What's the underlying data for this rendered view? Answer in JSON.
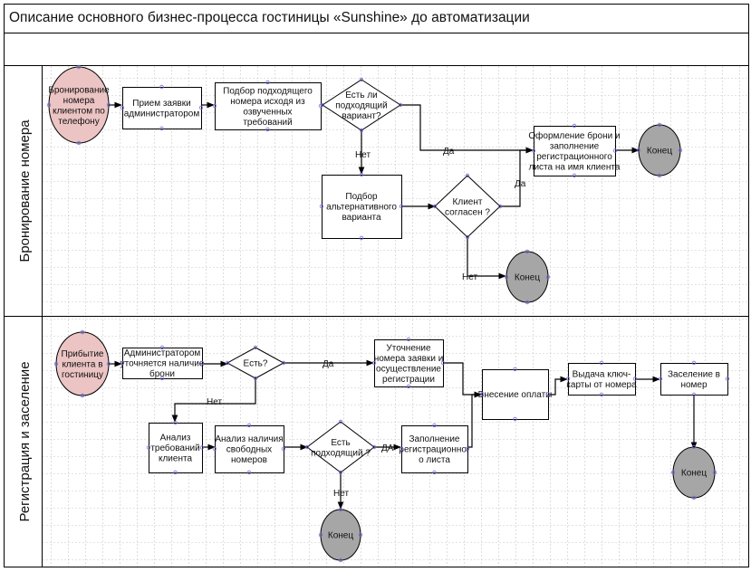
{
  "title": "Описание основного бизнес-процесса гостиницы «Sunshine» до автоматизации",
  "lanes": [
    {
      "label": "Бронирование номера"
    },
    {
      "label": "Регистрация и заселение"
    }
  ],
  "colors": {
    "start_fill": "#ecc4c4",
    "end_fill": "#a6a6a6",
    "grid": "#c8c8c8",
    "line": "#000000",
    "connection_point": "#6f6fd9"
  },
  "nodes": {
    "booking_start": [
      "Бронирование",
      "номера",
      "клиентом по",
      "телефону"
    ],
    "receive_request": [
      "Прием заявки",
      "администратором"
    ],
    "select_room": [
      "Подбор подходящего",
      "номера исходя из",
      "озвученных",
      "требований"
    ],
    "suitable_decision": [
      "Есть ли",
      "подходящий",
      "вариант?"
    ],
    "alt_option": [
      "Подбор",
      "альтернативного",
      "варианта"
    ],
    "client_agrees": [
      "Клиент",
      "согласен ?"
    ],
    "fill_booking": [
      "Оформление брони и",
      "заполнение",
      "регистрационного",
      "листа на имя клиента"
    ],
    "end_1": [
      "Конец"
    ],
    "end_2": [
      "Конец"
    ],
    "arrival_start": [
      "Прибытие",
      "клиента в",
      "гостиницу"
    ],
    "admin_check": [
      "Администратором",
      "уточняется наличие",
      "брони"
    ],
    "exists_decision": [
      "Есть?"
    ],
    "clarify_room": [
      "Уточнение",
      "номера заявки и",
      "осуществление",
      "регистрации"
    ],
    "analyze_req": [
      "Анализ",
      "требований",
      "клиента"
    ],
    "analyze_free": [
      "Анализ наличия",
      "свободных",
      "номеров"
    ],
    "suitable2_decision": [
      "Есть",
      "подходящий ?"
    ],
    "fill_reg": [
      "Заполнение",
      "регистрационног",
      "о листа"
    ],
    "payment": [
      "Внесение оплаты"
    ],
    "key_card": [
      "Выдача ключ-",
      "карты от номера"
    ],
    "check_in": [
      "Заселение в",
      "номер"
    ],
    "end_3": [
      "Конец"
    ],
    "end_4": [
      "Конец"
    ]
  },
  "edge_labels": {
    "yes_1": "Да",
    "no_1": "Нет",
    "yes_2": "Да",
    "no_2": "Нет",
    "yes_3": "Да",
    "no_3": "Нет",
    "yes_4": "ДА",
    "no_4": "Нет"
  }
}
